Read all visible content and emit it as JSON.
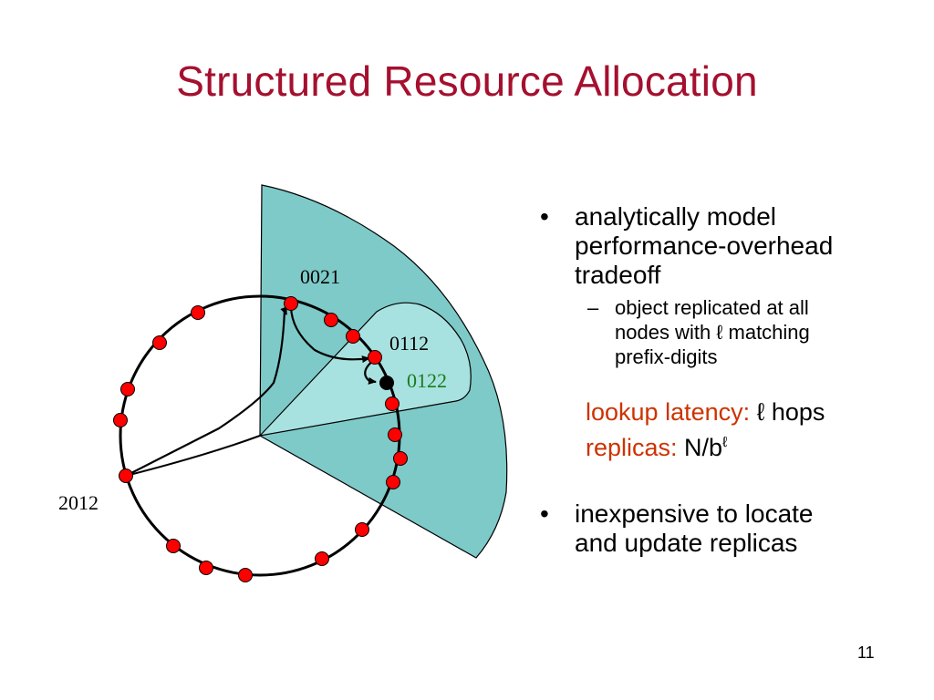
{
  "slide": {
    "title": "Structured Resource Allocation",
    "page_number": "11"
  },
  "diagram": {
    "labels": {
      "node_0021": "0021",
      "node_0112": "0112",
      "node_0122": "0122",
      "node_2012": "2012"
    },
    "colors": {
      "outer_sector": "#7ecac8",
      "inner_sector": "#a8e2e0",
      "node_fill": "#ff0000",
      "target_fill": "#000000",
      "label_0122": "#1a7a1a"
    }
  },
  "content": {
    "bullet1": {
      "marker": "•",
      "lines": [
        "analytically model",
        "performance-overhead",
        "tradeoff"
      ]
    },
    "sub_bullet": {
      "marker": "–",
      "lines": [
        "object replicated at all",
        "nodes with ℓ matching",
        "prefix-digits"
      ]
    },
    "latency": {
      "key": "lookup latency: ",
      "value": "ℓ hops"
    },
    "replicas": {
      "key": "replicas: ",
      "value": "N/b",
      "exponent": "ℓ"
    },
    "bullet2": {
      "marker": "•",
      "lines": [
        "inexpensive to locate",
        "and update replicas"
      ]
    }
  }
}
